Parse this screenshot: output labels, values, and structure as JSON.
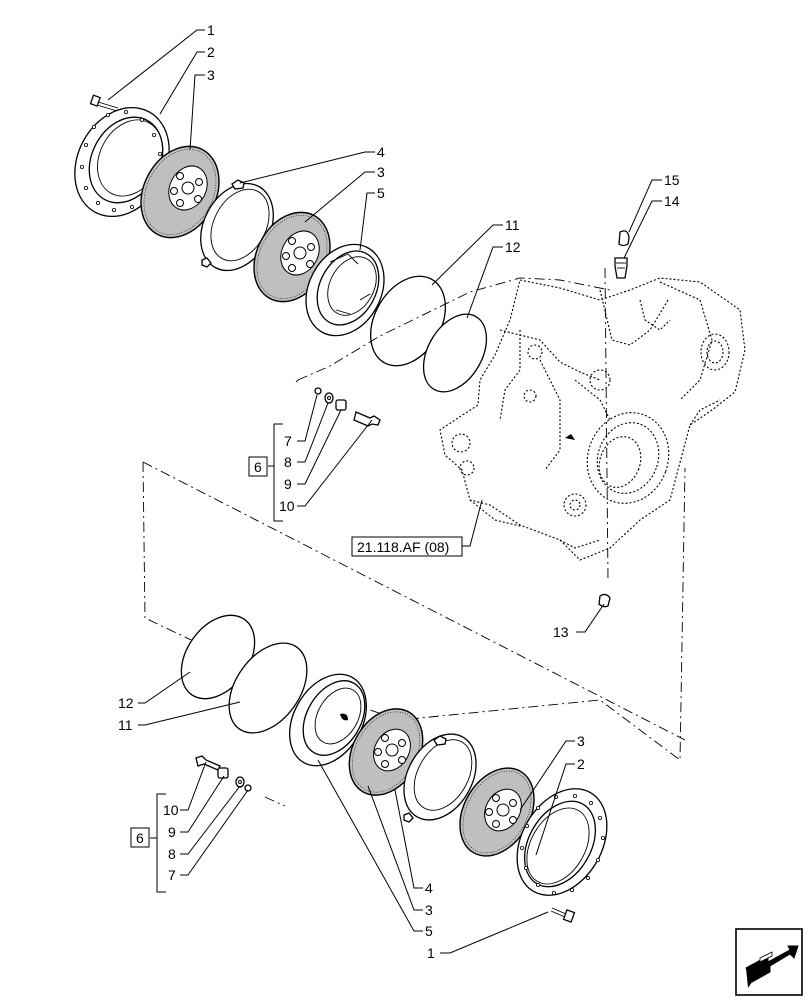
{
  "callouts_upper": {
    "c1": "1",
    "c2": "2",
    "c3a": "3",
    "c4": "4",
    "c3b": "3",
    "c5": "5",
    "c11": "11",
    "c12": "12",
    "c15": "15",
    "c14": "14",
    "c13": "13",
    "c7": "7",
    "c8": "8",
    "c9": "9",
    "c10": "10",
    "kit": "6"
  },
  "callouts_lower": {
    "c12": "12",
    "c11": "11",
    "c3a": "3",
    "c2": "2",
    "c10": "10",
    "c9": "9",
    "c8": "8",
    "c7": "7",
    "kit": "6",
    "c4": "4",
    "c3b": "3",
    "c5": "5",
    "c1": "1"
  },
  "reference_label": "21.118.AF (08)",
  "nav_icon": "next-page-arrow-icon"
}
